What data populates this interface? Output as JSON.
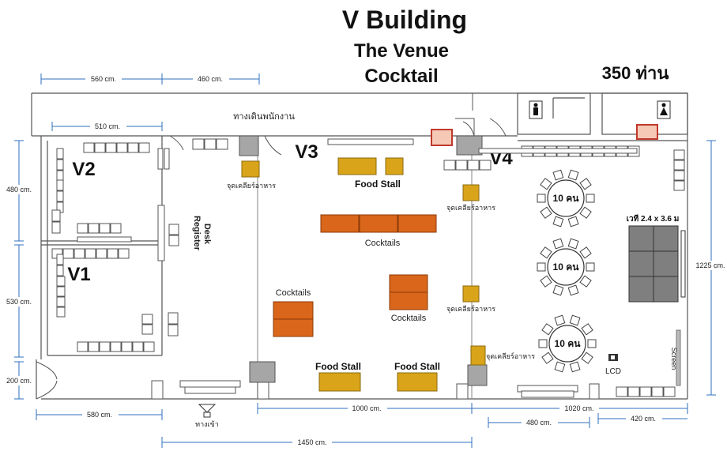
{
  "header": {
    "title": "V Building",
    "subtitle": "The Venue",
    "event": "Cocktail",
    "capacity": "350 ท่าน"
  },
  "rooms": {
    "v1": "V1",
    "v2": "V2",
    "v3": "V3",
    "v4": "V4"
  },
  "labels": {
    "staff_walkway": "ทางเดินพนักงาน",
    "register_desk_1": "Register",
    "register_desk_2": "Desk",
    "food_clear_1": "จุดเคลียร์อาหาร",
    "food_clear_2": "จุดเคลียร์อาหาร",
    "food_clear_3": "จุดเคลียร์อาหาร",
    "food_clear_4": "จุดเคลียร์อาหาร",
    "food_stall_top": "Food Stall",
    "food_stall_bottom_1": "Food Stall",
    "food_stall_bottom_2": "Food Stall",
    "cocktails_center": "Cocktails",
    "cocktails_left": "Cocktails",
    "cocktails_right": "Cocktails",
    "stage": "เวที 2.4 x 3.6 ม",
    "table_1": "10 คน",
    "table_2": "10 คน",
    "table_3": "10 คน",
    "lcd": "LCD",
    "screen": "Screen",
    "entrance": "ทางเข้า"
  },
  "dimensions": {
    "d560": "560 cm.",
    "d460": "460 cm.",
    "d510": "510 cm.",
    "d480_left": "480 cm.",
    "d530": "530 cm.",
    "d200": "200 cm.",
    "d580": "580 cm.",
    "d1000": "1000 cm.",
    "d1020": "1020 cm.",
    "d480_bottom": "480 cm.",
    "d420": "420 cm.",
    "d1450": "1450 cm.",
    "d1225": "1225 cm."
  },
  "colors": {
    "wall": "#555555",
    "chair_fill": "#ffffff",
    "food_stall": "#d9a419",
    "cocktail": "#d9661a",
    "stage": "#7f7f7f",
    "pillar": "#a6a6a6",
    "dim_line": "#2f6fbf"
  }
}
